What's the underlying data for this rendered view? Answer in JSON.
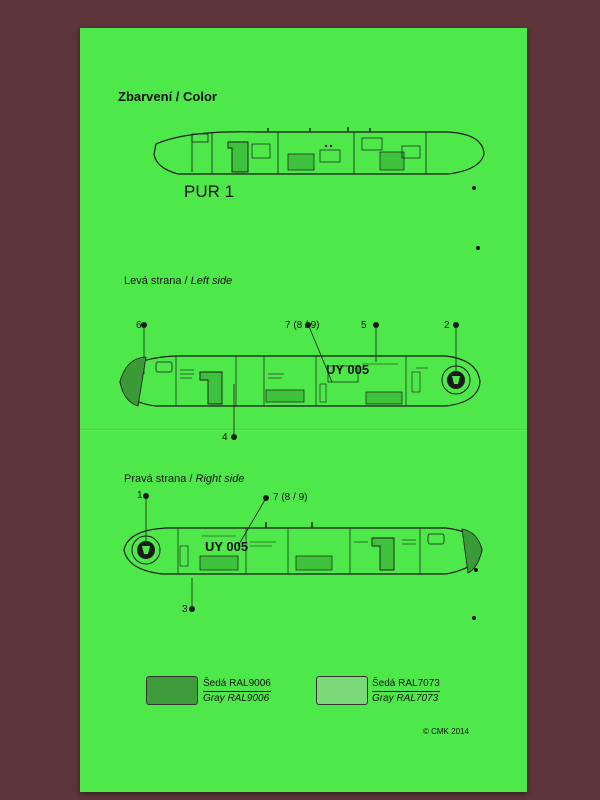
{
  "header": {
    "title": "Zbarvení / Color"
  },
  "top_view": {
    "label": "PUR 1"
  },
  "left_side": {
    "title_cz": "Levá strana / ",
    "title_en": "Left side",
    "registration": "UY 005",
    "callouts": [
      "6",
      "7 (8 / 9)",
      "5",
      "2",
      "4"
    ]
  },
  "right_side": {
    "title_cz": "Pravá strana / ",
    "title_en": "Right side",
    "registration": "UY 005",
    "callouts": [
      "1",
      "7 (8 / 9)",
      "3"
    ]
  },
  "legend": [
    {
      "name_cz": "Šedá RAL9006",
      "name_en": "Gray RAL9006",
      "color": "#3d9b3a"
    },
    {
      "name_cz": "Šedá RAL7073",
      "name_en": "Gray RAL7073",
      "color": "#7bd977"
    }
  ],
  "footer": {
    "copyright": "© CMK 2014"
  },
  "colors": {
    "sheet": "#4fe84a",
    "background": "#5e353b",
    "line": "#1a1a1a"
  }
}
